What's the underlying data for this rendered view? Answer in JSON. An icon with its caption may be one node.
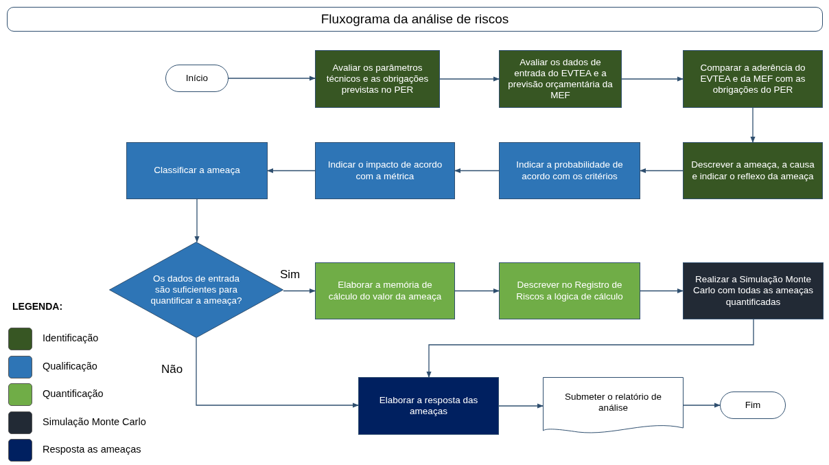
{
  "diagram": {
    "title": "Fluxograma da análise de riscos",
    "nodes": [
      {
        "text": [
          "Início"
        ]
      },
      {
        "text": [
          "Avaliar os parâmetros técnicos e as obrigações previstas no PER"
        ]
      },
      {
        "text": [
          "Avaliar os dados de entrada do EVTEA e a previsão orçamentária da MEF"
        ]
      },
      {
        "text": [
          "Comparar a aderência do EVTEA e da MEF com as obrigações do PER"
        ]
      },
      {
        "text": [
          "Descrever a ameaça, a causa e indicar o reflexo da ameaça"
        ]
      },
      {
        "text": [
          "Indicar a probabilidade de acordo com os critérios"
        ]
      },
      {
        "text": [
          "Indicar o impacto de acordo com a métrica"
        ]
      },
      {
        "text": [
          "Classificar a ameaça"
        ]
      },
      {
        "text": [
          "Os dados de entrada são suficientes para quantificar a ameaça?"
        ]
      },
      {
        "text": [
          "Elaborar a memória de cálculo do valor da ameaça"
        ]
      },
      {
        "text": [
          "Descrever no Registro de Riscos a lógica de cálculo"
        ]
      },
      {
        "text": [
          "Realizar a Simulação Monte Carlo com todas as ameaças quantificadas"
        ]
      },
      {
        "text": [
          "Elaborar a resposta das ameaças"
        ]
      },
      {
        "text": [
          "Submeter o relatório de análise"
        ]
      },
      {
        "text": [
          "Fim"
        ]
      }
    ],
    "edges": [
      {
        "from": 0,
        "to": 1,
        "arrow": "to"
      },
      {
        "from": 1,
        "to": 2,
        "arrow": "to"
      },
      {
        "from": 2,
        "to": 3,
        "arrow": "to"
      },
      {
        "from": 3,
        "to": 4,
        "arrow": "to"
      },
      {
        "from": 4,
        "to": 5,
        "arrow": "to"
      },
      {
        "from": 5,
        "to": 6,
        "arrow": "to"
      },
      {
        "from": 6,
        "to": 7,
        "arrow": "to"
      },
      {
        "from": 7,
        "to": 8,
        "arrow": "to"
      },
      {
        "from": 8,
        "to": 9,
        "arrow": "to",
        "label": "Sim"
      },
      {
        "from": 9,
        "to": 10,
        "arrow": "to"
      },
      {
        "from": 10,
        "to": 11,
        "arrow": "to"
      },
      {
        "from": 11,
        "to": 12,
        "arrow": "to"
      },
      {
        "from": 8,
        "to": 12,
        "arrow": "to",
        "label": "Não"
      },
      {
        "from": 12,
        "to": 13,
        "arrow": "to"
      },
      {
        "from": 13,
        "to": 14,
        "arrow": "to"
      }
    ],
    "labels": [
      "LEGENDA:"
    ],
    "legend": [
      {
        "text": "Identificação",
        "color": "#375623"
      },
      {
        "text": "Qualificação",
        "color": "#2e75b6"
      },
      {
        "text": "Quantificação",
        "color": "#70ad47"
      },
      {
        "text": "Simulação Monte Carlo",
        "color": "#222a35"
      },
      {
        "text": "Resposta as ameaças",
        "color": "#002060"
      }
    ]
  }
}
